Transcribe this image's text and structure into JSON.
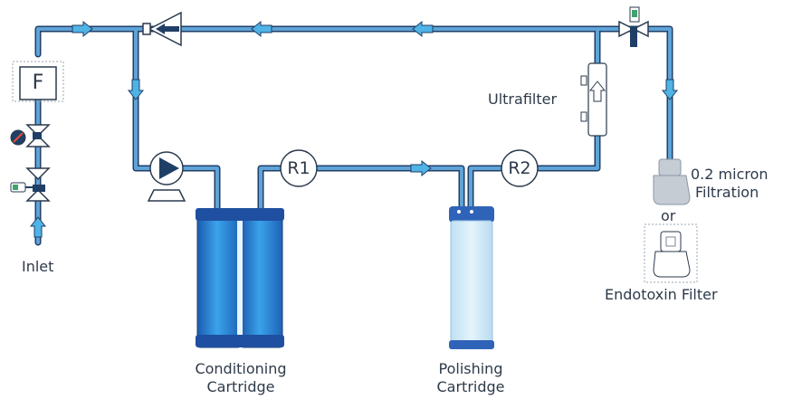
{
  "labels": {
    "inlet": "Inlet",
    "filter_box": "F",
    "ultrafilter": "Ultrafilter",
    "filtration_line1": "0.2 micron",
    "filtration_line2": "Filtration",
    "or": "or",
    "endotoxin": "Endotoxin Filter",
    "conditioning_line1": "Conditioning",
    "conditioning_line2": "Cartridge",
    "polishing_line1": "Polishing",
    "polishing_line2": "Cartridge",
    "r1": "R1",
    "r2": "R2"
  },
  "colors": {
    "pipe": "#5a9bd0",
    "pipe_outline": "#1f3f66",
    "arrow": "#4fb3e6",
    "cartridge_dark": "#1f4fa0",
    "cartridge_mid": "#2f8fe0",
    "cartridge_light": "#cde6f5",
    "polish_cap": "#2f63b8"
  }
}
